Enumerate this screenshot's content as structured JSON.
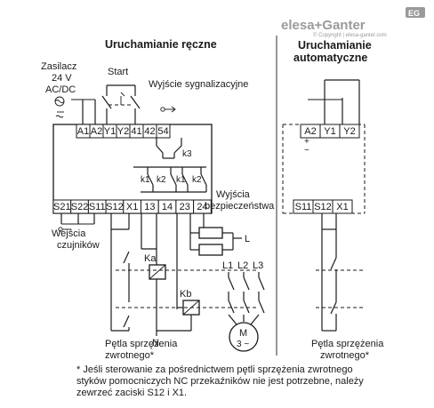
{
  "brand": {
    "name": "elesa+Ganter",
    "badge": "EG",
    "copyright": "© Copyright | elesa-ganter.com"
  },
  "left_panel": {
    "title": "Uruchamianie ręczne",
    "supply": [
      "Zasilacz",
      "24 V",
      "AC/DC"
    ],
    "start": "Start",
    "signal_output": "Wyjście sygnalizacyjne",
    "top_terminals": [
      "A1",
      "A2",
      "Y1",
      "Y2",
      "41",
      "42",
      "54"
    ],
    "bottom_terminals": [
      "S21",
      "S22",
      "S11",
      "S12",
      "X1",
      "13",
      "14",
      "23",
      "24"
    ],
    "k3": "k3",
    "contacts": [
      "k1",
      "k2",
      "k1",
      "k2"
    ],
    "safety_outputs": [
      "Wyjścia",
      "bezpieczeństwa"
    ],
    "sensor_inputs": [
      "Wejścia",
      "czujników"
    ],
    "relay_a": "Ka",
    "relay_b": "Kb",
    "phases": [
      "L1",
      "L2",
      "L3"
    ],
    "line": "L",
    "neutral": "N",
    "motor": [
      "M",
      "3 ~"
    ],
    "feedback": [
      "Pętla sprzężenia",
      "zwrotnego*"
    ]
  },
  "right_panel": {
    "title": [
      "Uruchamianie",
      "automatyczne"
    ],
    "top_terminals": [
      "A2",
      "Y1",
      "Y2"
    ],
    "bottom_terminals": [
      "S11",
      "S12",
      "X1"
    ],
    "feedback": [
      "Pętla sprzężenia",
      "zwrotnego*"
    ]
  },
  "footnote": [
    "* Jeśli sterowanie za pośrednictwem pętli sprzężenia zwrotnego",
    "styków pomocniczych NC przekaźników nie jest potrzebne, należy",
    "zewrzeć zaciski S12 i X1."
  ]
}
